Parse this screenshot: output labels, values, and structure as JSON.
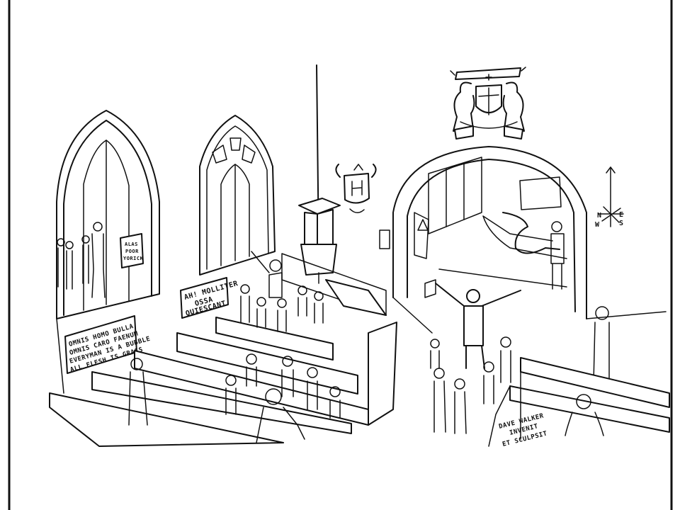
{
  "plaques": {
    "left": [
      "OMNIS HOMO BULLA",
      "OMNIS CARO FAENUM",
      "EVERYMAN IS A BUBBLE",
      "ALL FLESH IS GRASS"
    ],
    "center": [
      "AH! MOLLITER",
      "OSSA",
      "QUIESCANT"
    ],
    "window_sign": [
      "ALAS",
      "POOR",
      "YORICK"
    ]
  },
  "compass": {
    "n": "N",
    "s": "S",
    "e": "E",
    "w": "W"
  },
  "signature": [
    "DAVE WALKER",
    "INVENIT",
    "ET SCULPSIT"
  ]
}
